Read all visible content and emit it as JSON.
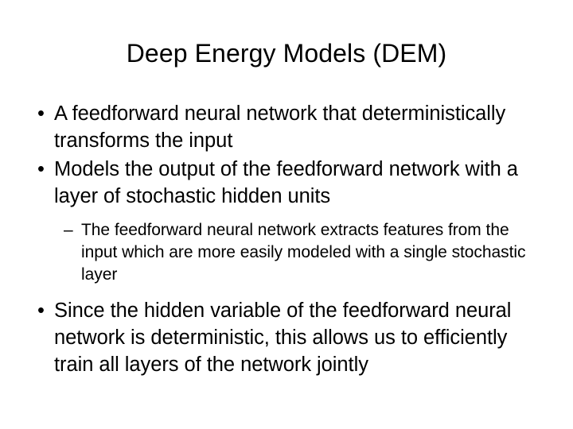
{
  "slide": {
    "title": "Deep Energy Models (DEM)",
    "background_color": "#ffffff",
    "text_color": "#000000",
    "bullets": [
      {
        "level": 1,
        "marker": "•",
        "text": "A feedforward neural network that deterministically transforms the input"
      },
      {
        "level": 1,
        "marker": "•",
        "text": "Models the output of the feedforward network with a layer of stochastic hidden units"
      },
      {
        "level": 2,
        "marker": "–",
        "text": "The feedforward neural network extracts features from the input which are more easily modeled with a single stochastic layer"
      },
      {
        "level": 1,
        "marker": "•",
        "text": "Since the hidden variable of the feedforward neural network is deterministic, this allows us to efficiently train all layers of the network jointly"
      }
    ]
  }
}
